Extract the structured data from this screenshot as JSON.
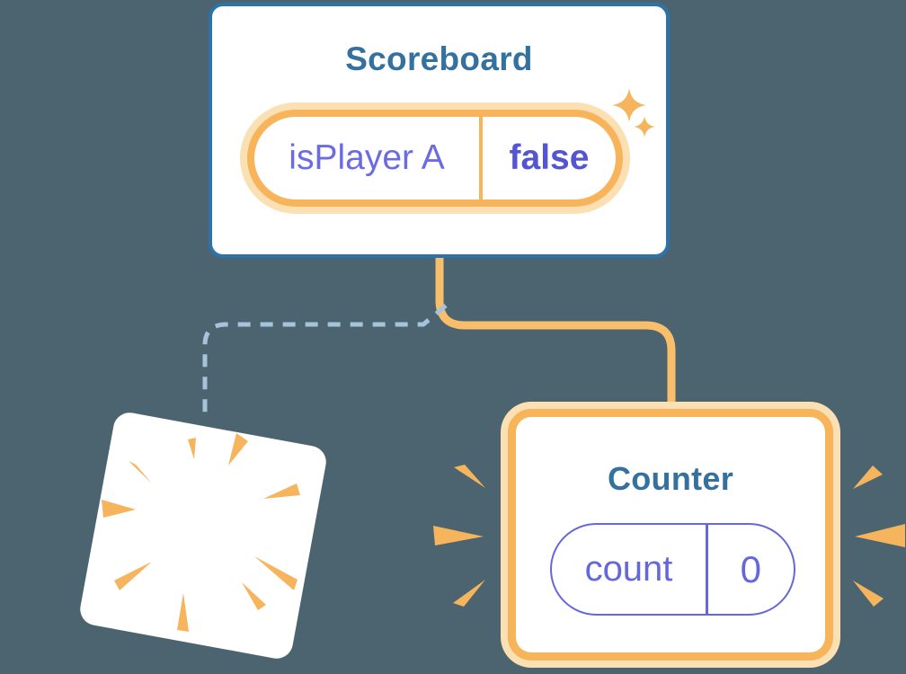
{
  "colors": {
    "background": "#4B646F",
    "card_background": "#FFFFFF",
    "component_border_blue": "#2B73A8",
    "component_title_blue": "#35719F",
    "state_key_purple": "#6C6CE2",
    "state_value_purple": "#5356D0",
    "counter_pill_purple": "#6468DB",
    "highlight_orange": "#F8B45A",
    "highlight_glow_orange": "#FBE0B4",
    "connector_orange": "#F9BE6B",
    "connector_dashed_blue": "#A6C3DA",
    "burst_orange": "#F6B45C"
  },
  "scoreboard": {
    "title": "Scoreboard",
    "state_pill": {
      "key": "isPlayer A",
      "value": "false"
    },
    "sparkles_icon": "sparkles-icon"
  },
  "counter": {
    "title": "Counter",
    "state_pill": {
      "key": "count",
      "value": "0"
    },
    "emphasis_icon": "emphasis-rays-icon"
  },
  "destroyed_component": {
    "icon": "poof-burst-icon"
  },
  "connectors": {
    "solid_branch_style": "solid",
    "dashed_branch_style": "dashed"
  }
}
